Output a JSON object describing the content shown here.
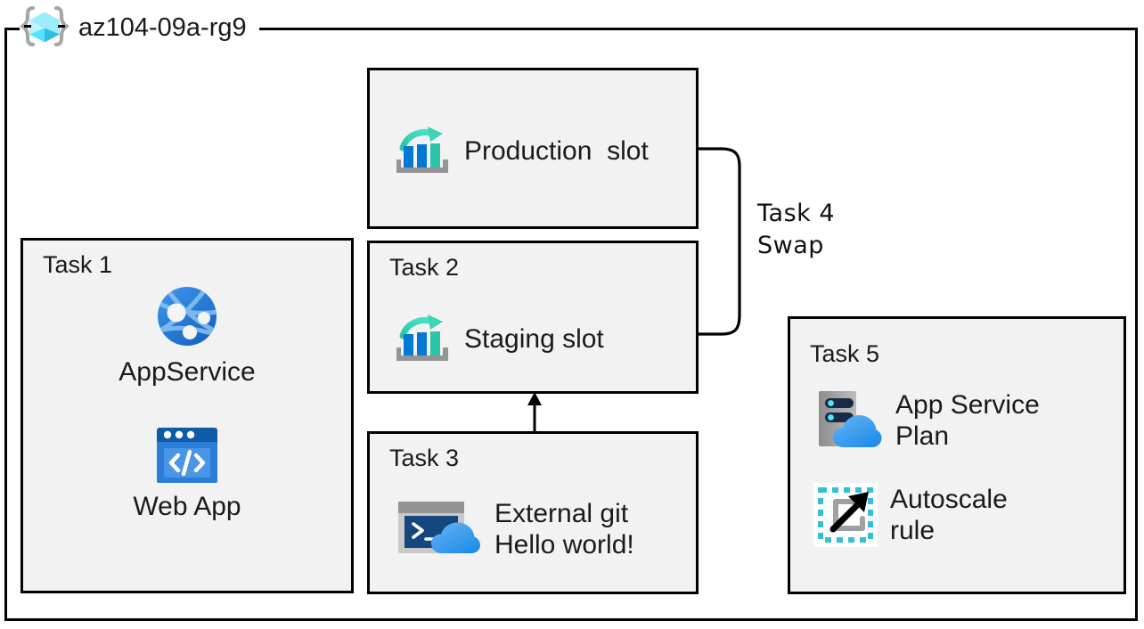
{
  "resource_group": {
    "icon": "resource-group-cube-icon",
    "title": "az104-09a-rg9"
  },
  "boxes": {
    "production": {
      "label": "Production  slot",
      "icon": "deployment-slot-icon"
    },
    "task1": {
      "title": "Task 1",
      "items": [
        {
          "icon": "app-service-globe-icon",
          "caption": "AppService"
        },
        {
          "icon": "web-app-code-window-icon",
          "caption": "Web App"
        }
      ]
    },
    "task2": {
      "title": "Task 2",
      "label": "Staging slot",
      "icon": "deployment-slot-icon"
    },
    "task3": {
      "title": "Task 3",
      "label": "External git\nHello world!",
      "icon": "cloud-shell-terminal-icon"
    },
    "task5": {
      "title": "Task 5",
      "items": [
        {
          "icon": "app-service-plan-server-cloud-icon",
          "label": "App Service\nPlan"
        },
        {
          "icon": "autoscale-rule-icon",
          "label": "Autoscale\nrule"
        }
      ]
    }
  },
  "connectors": {
    "swap": {
      "label": "Task 4\nSwap",
      "name": "swap-bracket-connector"
    },
    "deploy": {
      "name": "deploy-arrow-task3-to-task2"
    }
  },
  "colors": {
    "frame_stroke": "#000000",
    "box_fill": "#f2f2f2",
    "azure_blue": "#0078d4",
    "teal_accent": "#2bc4a9",
    "cyan_accent": "#50e6ff",
    "dark_navy": "#182a49",
    "gray_tray": "#949494",
    "text": "#1a1a1a"
  }
}
